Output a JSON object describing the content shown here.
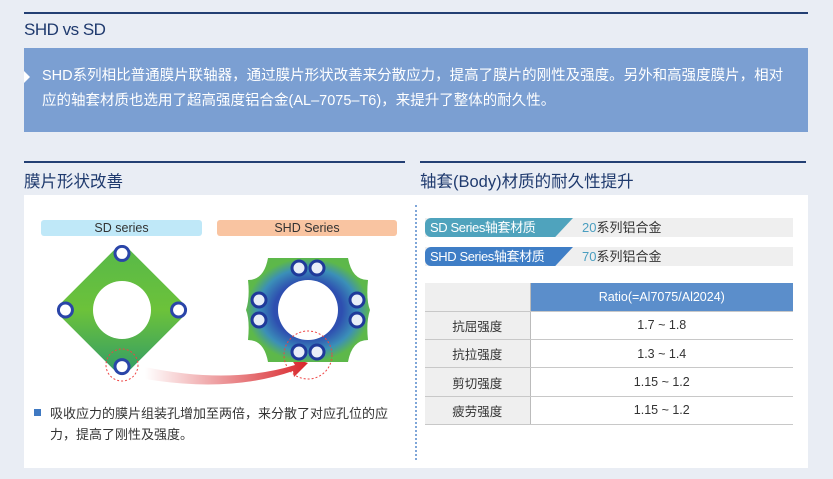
{
  "title": "SHD vs SD",
  "intro": "SHD系列相比普通膜片联轴器，通过膜片形状改善来分散应力，提高了膜片的刚性及强度。另外和高强度膜片，相对应的轴套材质也选用了超高强度铝合金(AL–7075–T6)，来提升了整体的耐久性。",
  "left": {
    "heading": "膜片形状改善",
    "sd_label": "SD series",
    "shd_label": "SHD Series",
    "bullet": "吸收应力的膜片组装孔增加至两倍，来分散了对应孔位的应力，提高了刚性及强度。"
  },
  "right": {
    "heading": "轴套(Body)材质的耐久性提升",
    "materials": [
      {
        "label": "SD Series轴套材质",
        "num": "20",
        "suffix": "系列铝合金",
        "color": "#4fa3bd"
      },
      {
        "label": "SHD Series轴套材质",
        "num": "70",
        "suffix": "系列铝合金",
        "color": "#3f7ec6"
      }
    ],
    "table": {
      "header": "Ratio(=Al7075/Al2024)",
      "rows": [
        {
          "name": "抗屈强度",
          "value": "1.7 ~ 1.8"
        },
        {
          "name": "抗拉强度",
          "value": "1.3 ~ 1.4"
        },
        {
          "name": "剪切强度",
          "value": "1.15 ~ 1.2"
        },
        {
          "name": "疲劳强度",
          "value": "1.15 ~ 1.2"
        }
      ]
    }
  }
}
